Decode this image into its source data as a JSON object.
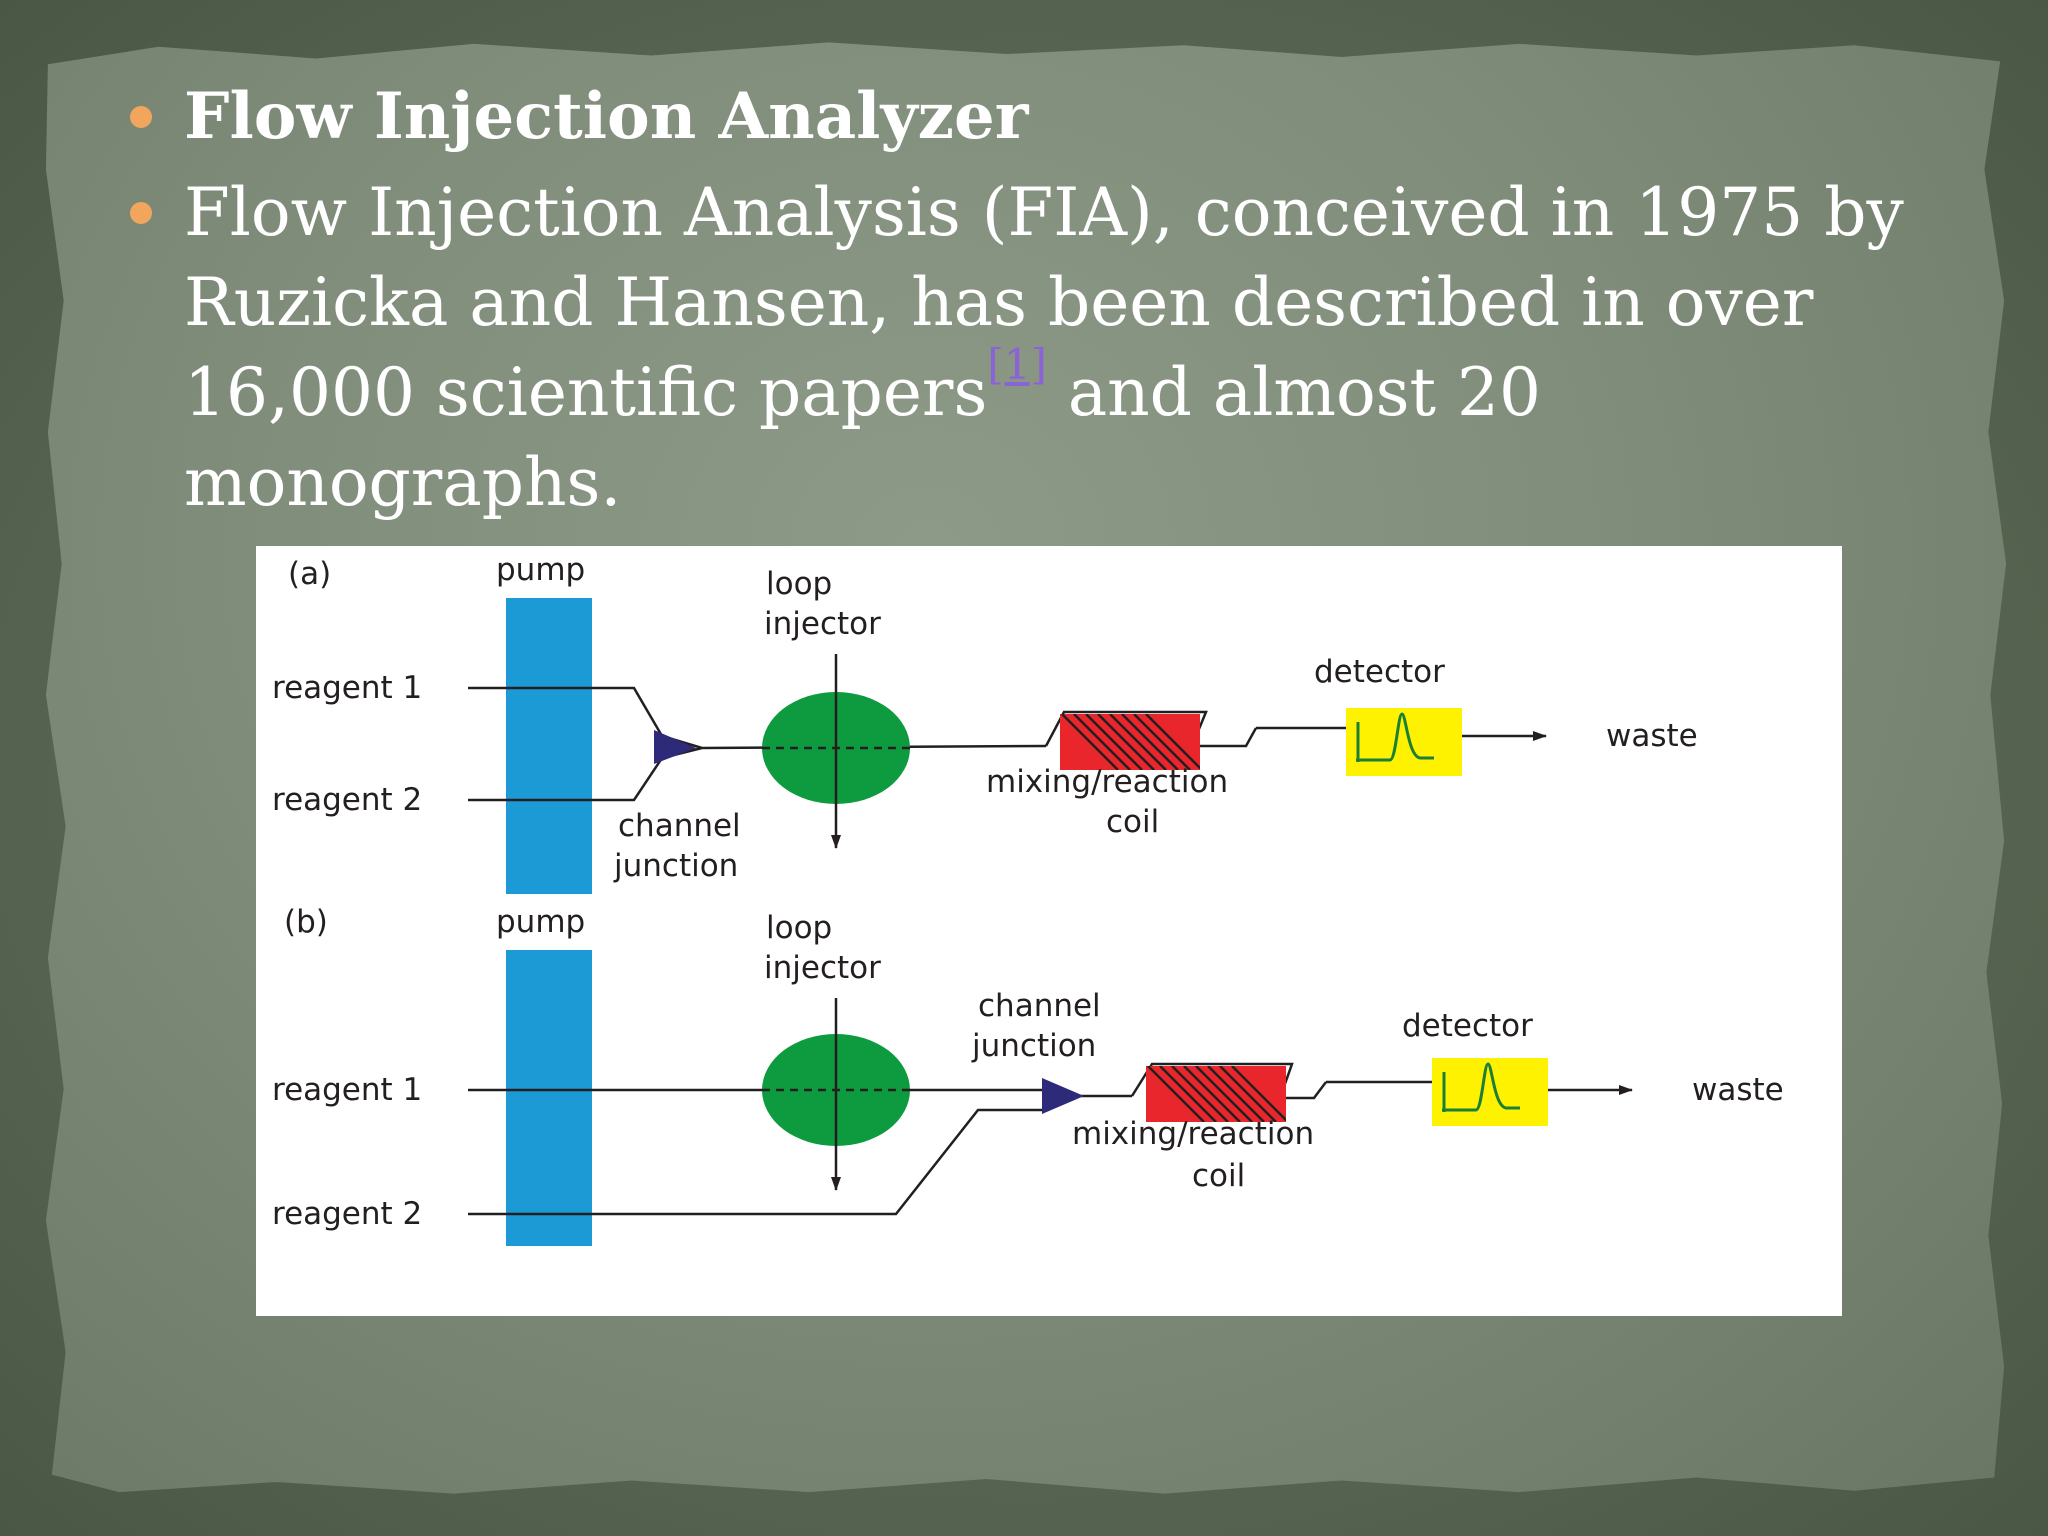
{
  "slide": {
    "bullets": [
      {
        "text": "Flow Injection Analyzer"
      },
      {
        "text_before": "Flow Injection Analysis (FIA), conceived in 1975 by Ruzicka and Hansen, has been described in over 16,000 scientific papers",
        "citation": "[1]",
        "text_after": " and almost 20 monographs."
      }
    ]
  },
  "diagram": {
    "a": {
      "panel_label": "(a)",
      "pump": "pump",
      "reagent1": "reagent 1",
      "reagent2": "reagent 2",
      "injector_line1": "loop",
      "injector_line2": "injector",
      "junction_line1": "channel",
      "junction_line2": "junction",
      "coil_line1": "mixing/reaction",
      "coil_line2": "coil",
      "detector": "detector",
      "waste": "waste"
    },
    "b": {
      "panel_label": "(b)",
      "pump": "pump",
      "reagent1": "reagent 1",
      "reagent2": "reagent 2",
      "injector_line1": "loop",
      "injector_line2": "injector",
      "junction_line1": "channel",
      "junction_line2": "junction",
      "coil_line1": "mixing/reaction",
      "coil_line2": "coil",
      "detector": "detector",
      "waste": "waste"
    },
    "colors": {
      "pump": "#1b9ad6",
      "injector": "#0e9a3f",
      "coil": "#e8262b",
      "detector": "#fff200",
      "junction": "#2e2a7a",
      "bullet": "#f2a55c"
    }
  }
}
